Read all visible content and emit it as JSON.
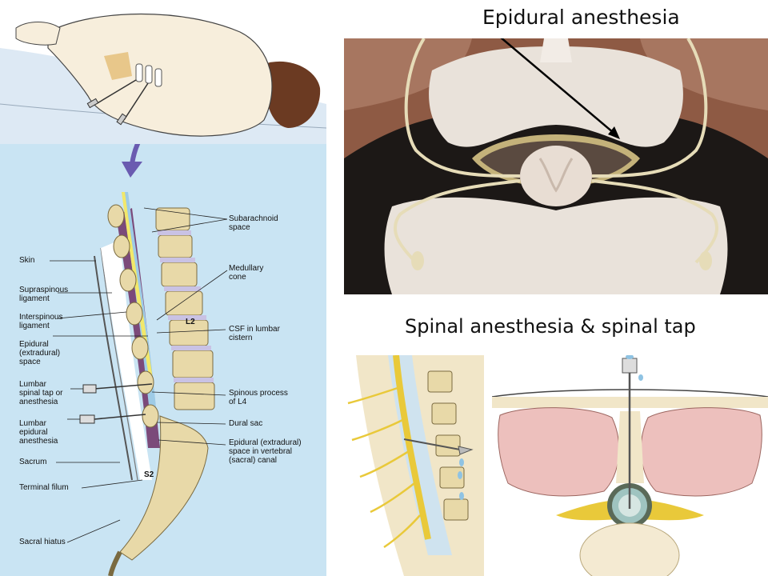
{
  "titles": {
    "epidural": "Epidural anesthesia",
    "spinal": "Spinal anesthesia & spinal tap"
  },
  "sagittal": {
    "left_labels": {
      "skin": "Skin",
      "supraspinous": "Supraspinous\nligament",
      "interspinous": "Interspinous\nligament",
      "epidural_space": "Epidural\n(extradural)\nspace",
      "lumbar_tap": "Lumbar\nspinal tap or\nanesthesia",
      "lumbar_epidural": "Lumbar\nepidural\nanesthesia",
      "sacrum": "Sacrum",
      "terminal_filum": "Terminal filum",
      "sacral_hiatus": "Sacral hiatus"
    },
    "right_labels": {
      "subarachnoid": "Subarachnoid\nspace",
      "medullary": "Medullary\ncone",
      "csf": "CSF in lumbar\ncistern",
      "spinous_l4": "Spinous process\nof L4",
      "dural_sac": "Dural sac",
      "epidural_sacral": "Epidural (extradural)\nspace in vertebral\n(sacral) canal"
    },
    "vertebra_labels": {
      "l2": "L2",
      "s2": "S2"
    }
  },
  "colors": {
    "sagittal_bg": "#c9e4f3",
    "bone": "#e8d9a8",
    "disc": "#c9c2e4",
    "nerve_yellow": "#f2e86a",
    "csf_blue": "#9ecbe6",
    "dark_photo_bg": "#1c1816",
    "arrow_purple": "#6a5bb0"
  }
}
